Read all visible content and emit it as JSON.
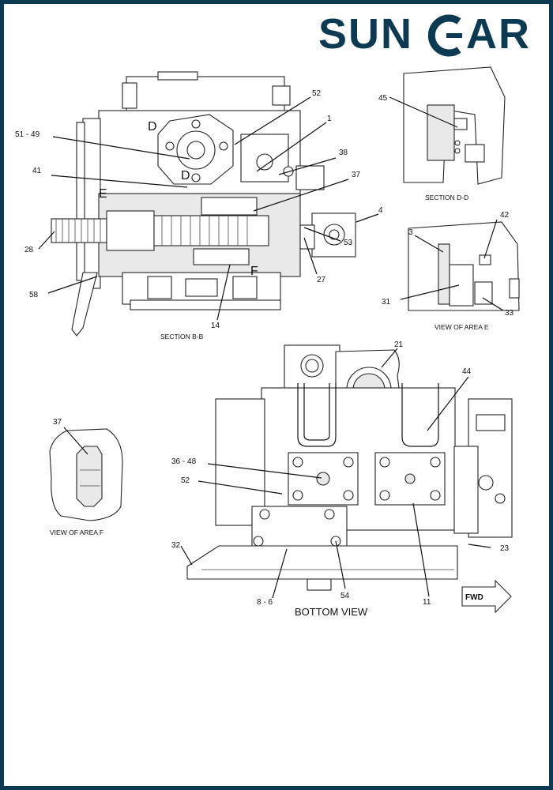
{
  "brand": {
    "name_part1": "SUN",
    "name_part2": "AR",
    "color": "#0c3a52",
    "accent": "#0c3a52"
  },
  "views": {
    "section_bb": "SECTION B-B",
    "section_dd": "SECTION D-D",
    "view_area_e": "VIEW OF AREA E",
    "view_area_f": "VIEW OF AREA F",
    "bottom_view": "BOTTOM VIEW"
  },
  "section_letters": {
    "d1": "D",
    "d2": "D",
    "e": "E",
    "f": "F"
  },
  "fwd_label": "FWD",
  "callouts": {
    "c52a": "52",
    "c51_49": "51 - 49",
    "c1": "1",
    "c38": "38",
    "c41": "41",
    "c37a": "37",
    "c4": "4",
    "c28": "28",
    "c53": "53",
    "c27": "27",
    "c58": "58",
    "c14": "14",
    "c45": "45",
    "c42": "42",
    "c3": "3",
    "c31": "31",
    "c33": "33",
    "c21": "21",
    "c44": "44",
    "c37b": "37",
    "c36_48": "36 - 48",
    "c52b": "52",
    "c32": "32",
    "c23": "23",
    "c8_6": "8 - 6",
    "c54": "54",
    "c11": "11"
  }
}
